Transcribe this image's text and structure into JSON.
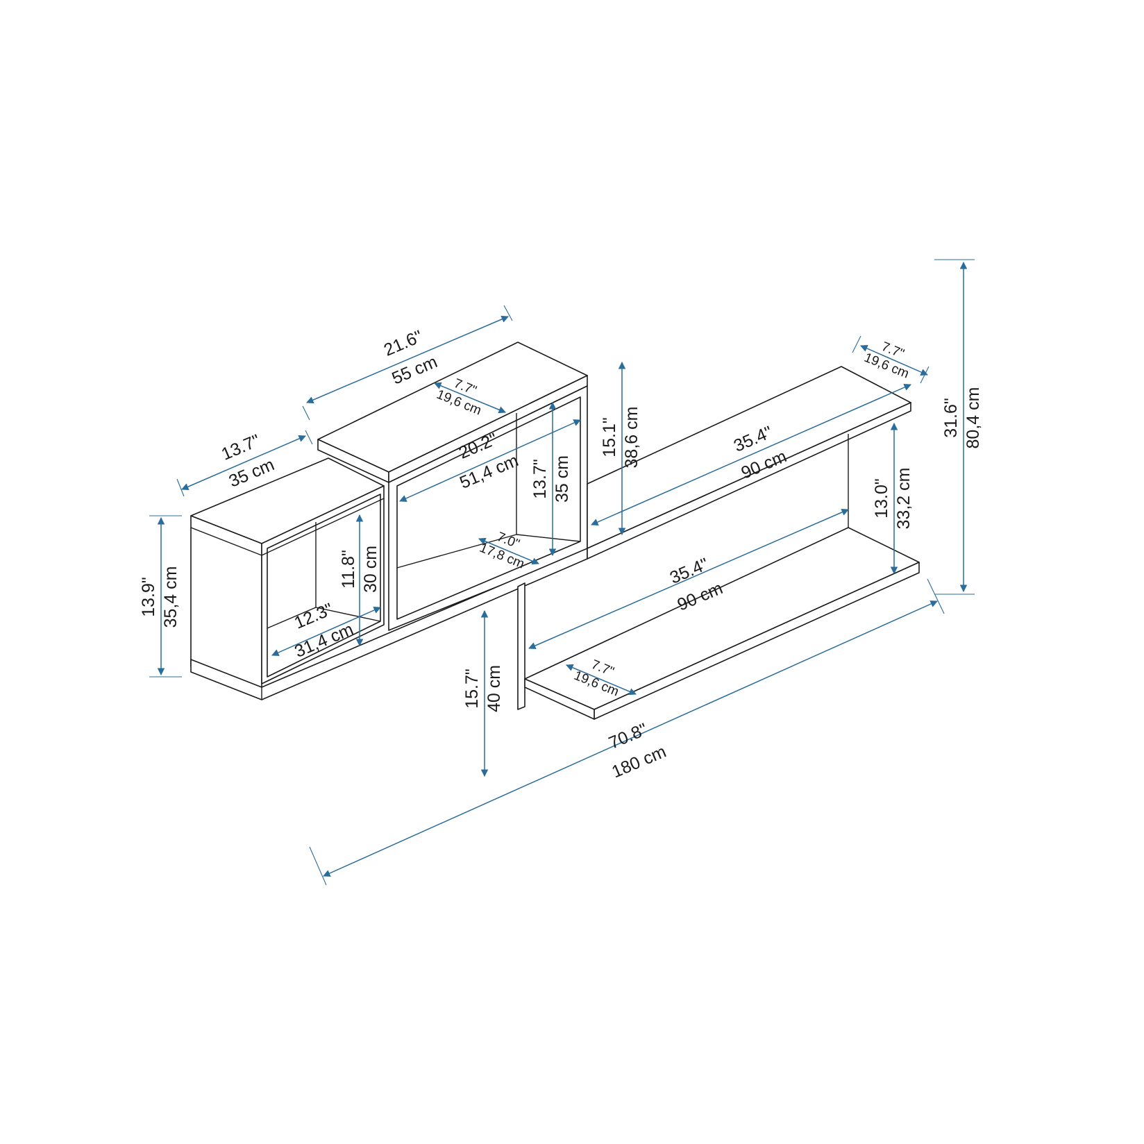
{
  "colors": {
    "outline": "#1a1a1a",
    "dimension": "#2a6c9a",
    "background": "#ffffff"
  },
  "dims": {
    "top_width": {
      "in": "21.6\"",
      "cm": "55 cm"
    },
    "top_depth": {
      "in": "7.7\"",
      "cm": "19,6 cm"
    },
    "left_width": {
      "in": "13.7\"",
      "cm": "35 cm"
    },
    "left_height": {
      "in": "13.9\"",
      "cm": "35,4 cm"
    },
    "left_inner_h": {
      "in": "11.8\"",
      "cm": "30 cm"
    },
    "left_inner_w": {
      "in": "12.3\"",
      "cm": "31,4 cm"
    },
    "mid_inner_w": {
      "in": "20.2\"",
      "cm": "51,4 cm"
    },
    "mid_inner_h": {
      "in": "13.7\"",
      "cm": "35 cm"
    },
    "mid_inner_d": {
      "in": "7.0\"",
      "cm": "17,8 cm"
    },
    "gap_height": {
      "in": "15.1\"",
      "cm": "38,6 cm"
    },
    "upper_shelf_w": {
      "in": "35.4\"",
      "cm": "90 cm"
    },
    "right_depth": {
      "in": "7.7\"",
      "cm": "19,6 cm"
    },
    "right_inner_h": {
      "in": "13.0\"",
      "cm": "33,2 cm"
    },
    "total_height": {
      "in": "31.6\"",
      "cm": "80,4 cm"
    },
    "lower_shelf_w": {
      "in": "35.4\"",
      "cm": "90 cm"
    },
    "lower_depth": {
      "in": "7.7\"",
      "cm": "19,6 cm"
    },
    "lower_height": {
      "in": "15.7\"",
      "cm": "40 cm"
    },
    "total_width": {
      "in": "70.8\"",
      "cm": "180 cm"
    }
  }
}
